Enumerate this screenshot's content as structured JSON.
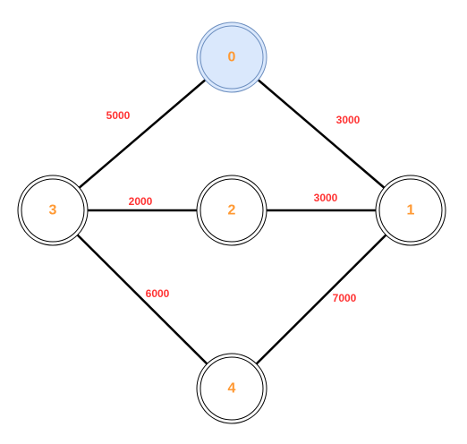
{
  "graph": {
    "nodes": [
      {
        "id": "0",
        "label": "0",
        "highlighted": true
      },
      {
        "id": "1",
        "label": "1",
        "highlighted": false
      },
      {
        "id": "2",
        "label": "2",
        "highlighted": false
      },
      {
        "id": "3",
        "label": "3",
        "highlighted": false
      },
      {
        "id": "4",
        "label": "4",
        "highlighted": false
      }
    ],
    "edges": [
      {
        "from": "3",
        "to": "0",
        "weight": "5000"
      },
      {
        "from": "0",
        "to": "1",
        "weight": "3000"
      },
      {
        "from": "3",
        "to": "2",
        "weight": "2000"
      },
      {
        "from": "2",
        "to": "1",
        "weight": "3000"
      },
      {
        "from": "3",
        "to": "4",
        "weight": "6000"
      },
      {
        "from": "4",
        "to": "1",
        "weight": "7000"
      }
    ],
    "colors": {
      "node_label": "#ff9933",
      "edge_label": "#ff3333",
      "highlight_fill": "#dae8fc",
      "highlight_stroke": "#6c8ebf"
    }
  }
}
